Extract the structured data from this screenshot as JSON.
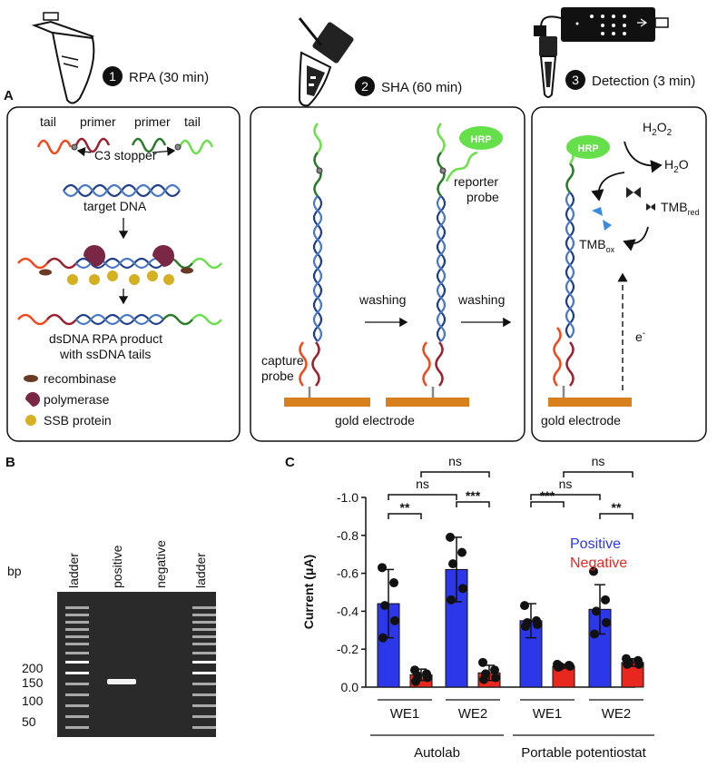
{
  "panel_labels": {
    "a": "A",
    "b": "B",
    "c": "C"
  },
  "steps": [
    {
      "num": "1",
      "label": "RPA (30 min)"
    },
    {
      "num": "2",
      "label": "SHA (60 min)"
    },
    {
      "num": "3",
      "label": "Detection (3 min)"
    }
  ],
  "panel_a1": {
    "tail_left": "tail",
    "primer_left": "primer",
    "primer_right": "primer",
    "tail_right": "tail",
    "stopper": "C3 stopper",
    "target": "target DNA",
    "product_line1": "dsDNA RPA product",
    "product_line2": "with ssDNA tails",
    "legend": [
      "recombinase",
      "polymerase",
      "SSB protein"
    ]
  },
  "panel_a2": {
    "hrp": "HRP",
    "reporter1": "reporter",
    "reporter2": "probe",
    "washing1": "washing",
    "washing2": "washing",
    "capture1": "capture",
    "capture2": "probe",
    "electrode": "gold electrode"
  },
  "panel_a3": {
    "hrp": "HRP",
    "h2o2": "H",
    "h2o2_sub": "2",
    "h2o2_o": "O",
    "h2o2_sub2": "2",
    "h2o": "H",
    "h2o_sub": "2",
    "h2o_o": "O",
    "tmb_red": "TMB",
    "tmb_red_sub": "red",
    "tmb_ox": "TMB",
    "tmb_ox_sub": "ox",
    "electron": "e",
    "electron_sup": "-",
    "electrode": "gold electrode"
  },
  "gel": {
    "lanes": [
      "ladder",
      "positive",
      "negative",
      "ladder"
    ],
    "unit": "bp",
    "markers": [
      "200",
      "150",
      "100",
      "50"
    ]
  },
  "chart_data": {
    "type": "bar",
    "ylabel": "Current (μA)",
    "ylim": [
      0,
      -1.0
    ],
    "yticks": [
      "-1.0",
      "-0.8",
      "-0.6",
      "-0.4",
      "-0.2",
      "0.0"
    ],
    "groups": [
      {
        "name": "WE1",
        "parent": "Autolab",
        "positive": -0.44,
        "positive_sd": 0.18,
        "negative": -0.065,
        "negative_sd": 0.03,
        "pos_points": [
          -0.63,
          -0.55,
          -0.43,
          -0.35,
          -0.26
        ],
        "neg_points": [
          -0.09,
          -0.07,
          -0.06,
          -0.05,
          -0.03
        ]
      },
      {
        "name": "WE2",
        "parent": "Autolab",
        "positive": -0.62,
        "positive_sd": 0.17,
        "negative": -0.075,
        "negative_sd": 0.04,
        "pos_points": [
          -0.79,
          -0.71,
          -0.65,
          -0.52,
          -0.46
        ],
        "neg_points": [
          -0.13,
          -0.09,
          -0.07,
          -0.05,
          -0.04
        ]
      },
      {
        "name": "WE1",
        "parent": "Portable potentiostat",
        "positive": -0.35,
        "positive_sd": 0.09,
        "negative": -0.11,
        "negative_sd": 0.01,
        "pos_points": [
          -0.43,
          -0.35,
          -0.34,
          -0.33,
          -0.32
        ],
        "neg_points": [
          -0.12,
          -0.115,
          -0.11,
          -0.11,
          -0.105
        ]
      },
      {
        "name": "WE2",
        "parent": "Portable potentiostat",
        "positive": -0.41,
        "positive_sd": 0.13,
        "negative": -0.13,
        "negative_sd": 0.02,
        "pos_points": [
          -0.61,
          -0.46,
          -0.4,
          -0.34,
          -0.28
        ],
        "neg_points": [
          -0.15,
          -0.14,
          -0.13,
          -0.12,
          -0.12
        ]
      }
    ],
    "series": [
      {
        "name": "Positive",
        "color": "#2b37e8"
      },
      {
        "name": "Negative",
        "color": "#e8271f"
      }
    ],
    "within_sig": [
      "**",
      "***",
      "***",
      "**"
    ],
    "between_sig": [
      "ns",
      "ns",
      "ns",
      "ns"
    ],
    "parents": [
      "Autolab",
      "Portable potentiostat"
    ]
  }
}
